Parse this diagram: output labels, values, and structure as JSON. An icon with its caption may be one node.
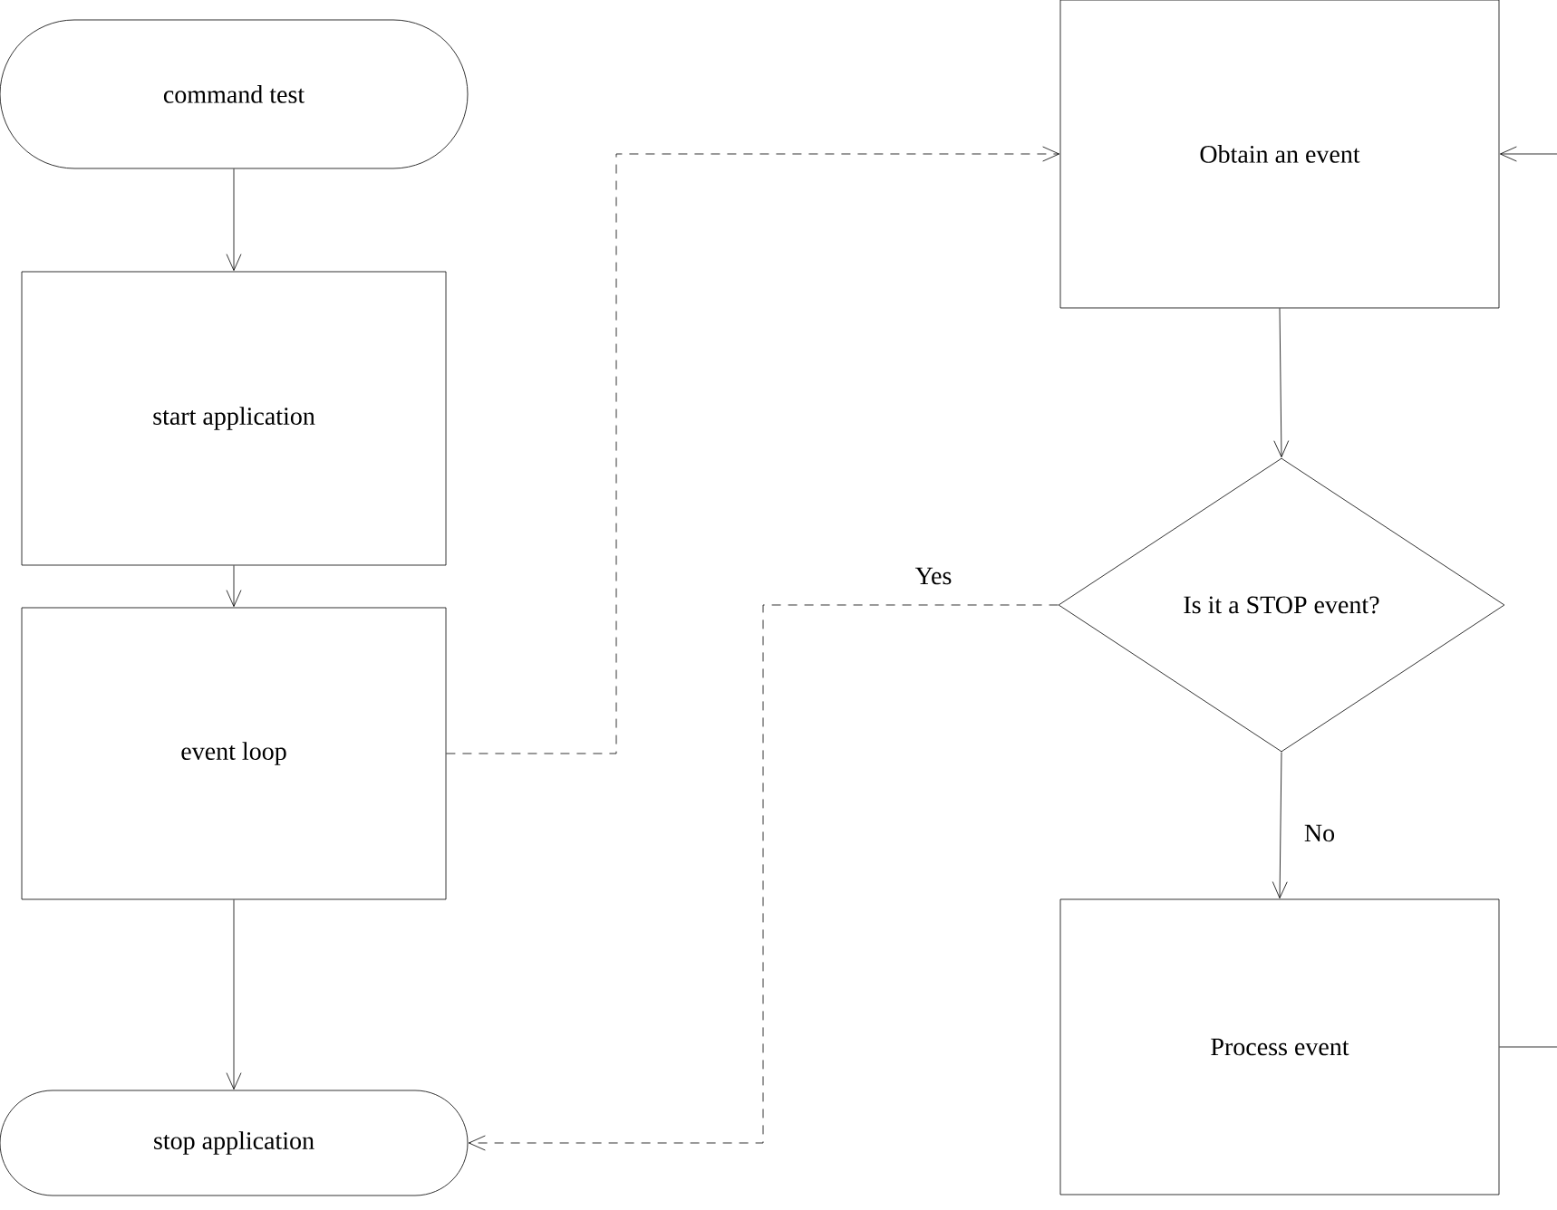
{
  "diagram": {
    "nodes": [
      {
        "text": [
          "command test"
        ]
      },
      {
        "text": [
          "start application"
        ]
      },
      {
        "text": [
          "event loop"
        ]
      },
      {
        "text": [
          "stop application"
        ]
      },
      {
        "text": [
          "Obtain an event"
        ]
      },
      {
        "text": [
          "Is it a STOP event?"
        ]
      },
      {
        "text": [
          "Process event"
        ]
      }
    ],
    "edges": [
      {
        "from": 0,
        "to": 1,
        "arrow": "to"
      },
      {
        "from": 1,
        "to": 2,
        "arrow": "to"
      },
      {
        "from": 2,
        "to": 3,
        "arrow": "to"
      },
      {
        "from": 2,
        "to": 4,
        "arrow": "to",
        "style": "dashed"
      },
      {
        "from": 4,
        "to": 5,
        "arrow": "to"
      },
      {
        "from": 5,
        "to": 3,
        "arrow": "to",
        "style": "dashed",
        "label": "Yes"
      },
      {
        "from": 5,
        "to": 6,
        "arrow": "to",
        "label": "No"
      },
      {
        "from": 6,
        "to": 4,
        "arrow": "to"
      }
    ]
  }
}
